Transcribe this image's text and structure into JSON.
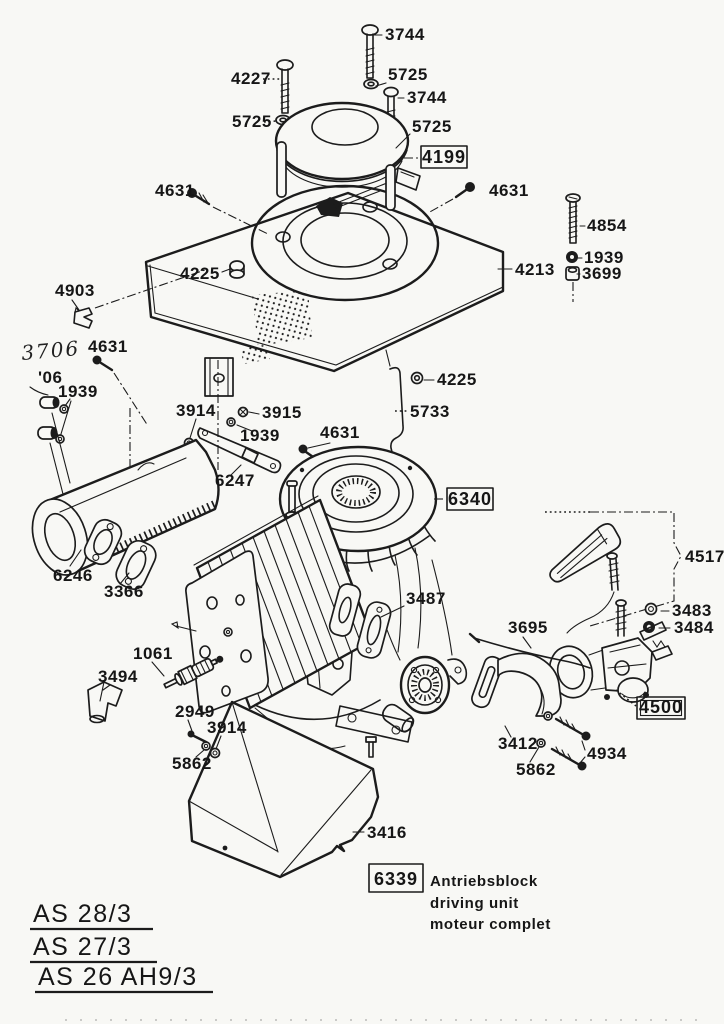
{
  "doc": {
    "type": "exploded-parts-diagram",
    "colors": {
      "paper": "#f8f8f5",
      "ink": "#1c1c1c"
    }
  },
  "parts": {
    "p3744": "3744",
    "p4227": "4227",
    "p5725": "5725",
    "p4199": "4199",
    "p4631": "4631",
    "p4854": "4854",
    "p1939": "1939",
    "p3699": "3699",
    "p4213": "4213",
    "p4225": "4225",
    "p4903": "4903",
    "hand3706": "3706",
    "hand06": "'06",
    "p3914": "3914",
    "p3915": "3915",
    "p6247": "6247",
    "p5733": "5733",
    "p6340": "6340",
    "p6246": "6246",
    "p3366": "3366",
    "p3487": "3487",
    "p4517": "4517",
    "p3483": "3483",
    "p3484": "3484",
    "p3695": "3695",
    "p1061": "1061",
    "p3494": "3494",
    "p2949": "2949",
    "p5862": "5862",
    "p3412": "3412",
    "p4934": "4934",
    "p4500": "4500",
    "p3416": "3416",
    "p6339": "6339"
  },
  "caption": {
    "line1": "Antriebsblock",
    "line2": "driving unit",
    "line3": "moteur complet"
  },
  "models": {
    "m1": "AS 28/3",
    "m2": "AS 27/3",
    "m3": "AS 26 AH9/3"
  }
}
